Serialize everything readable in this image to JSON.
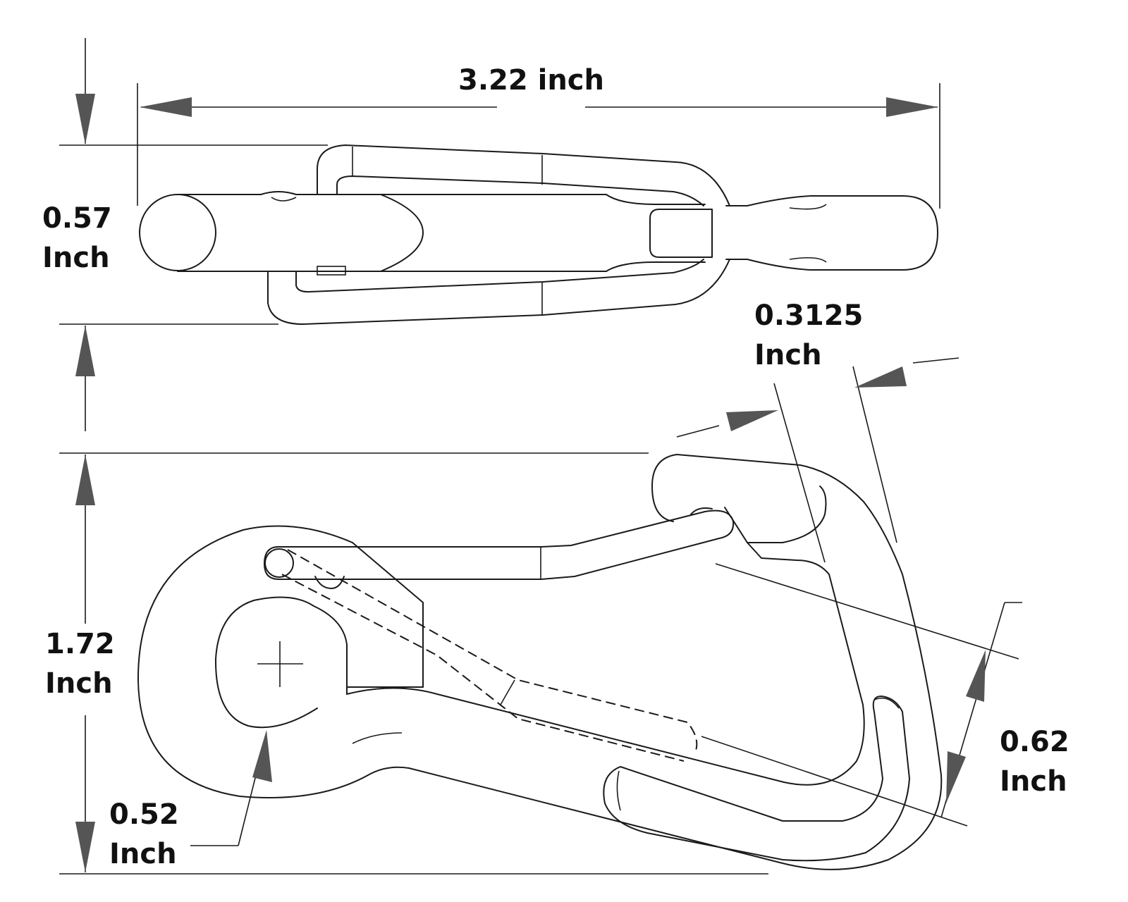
{
  "dimensions": {
    "overall_length": "3.22 inch",
    "width_value": "0.57",
    "width_unit": "Inch",
    "gate_value": "0.3125",
    "gate_unit": "Inch",
    "height_value": "1.72",
    "height_unit": "Inch",
    "opening_value": "0.62",
    "opening_unit": "Inch",
    "eye_value": "0.52",
    "eye_unit": "Inch"
  },
  "colors": {
    "line": "#1a1a1a",
    "arrow": "#555555",
    "background": "#ffffff"
  }
}
